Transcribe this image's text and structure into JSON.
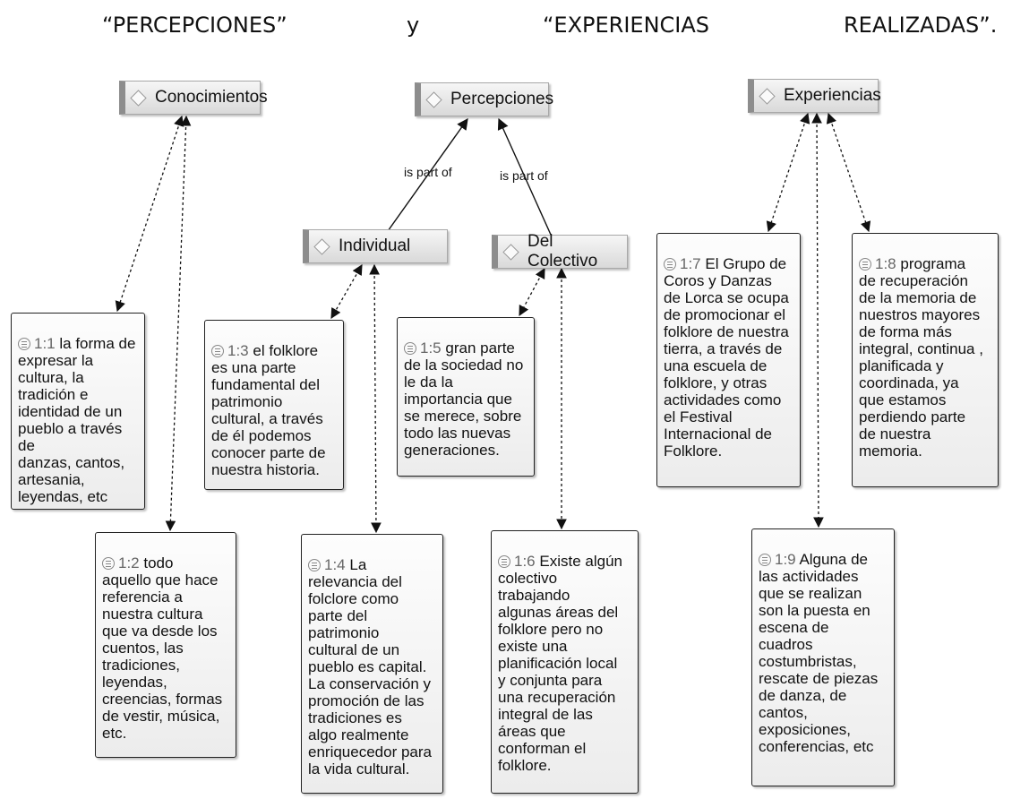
{
  "header": {
    "word1": "“PERCEPCIONES”",
    "word2": "y",
    "word3": "“EXPERIENCIAS",
    "word4": "REALIZADAS”."
  },
  "codes": {
    "conocimientos": "Conocimientos",
    "percepciones": "Percepciones",
    "experiencias": "Experiencias",
    "individual": "Individual",
    "colectivo": "Del Colectivo"
  },
  "relations": {
    "part1": "is part of",
    "part2": "is part of"
  },
  "quotes": {
    "q1": {
      "id": "1:1",
      "text": "la forma de\nexpresar la\ncultura, la\ntradición e\nidentidad de un\npueblo a través de\ndanzas, cantos,\nartesania,\nleyendas, etc"
    },
    "q2": {
      "id": "1:2",
      "text": "todo\naquello que hace\nreferencia a\nnuestra cultura\nque va desde los\ncuentos, las\ntradiciones,\nleyendas,\ncreencias, formas\nde vestir, música,\netc."
    },
    "q3": {
      "id": "1:3",
      "text": "el folklore\nes una parte\nfundamental del\npatrimonio\ncultural, a través\nde él podemos\nconocer parte de\nnuestra historia."
    },
    "q4": {
      "id": "1:4",
      "text": "La\nrelevancia del\nfolclore como\nparte del\npatrimonio\ncultural de un\npueblo es capital.\nLa conservación y\npromoción de las\ntradiciones es\nalgo realmente\nenriquecedor para\nla vida cultural."
    },
    "q5": {
      "id": "1:5",
      "text": "gran parte\nde la sociedad no\nle da la\nimportancia que\nse merece, sobre\ntodo las nuevas\ngeneraciones."
    },
    "q6": {
      "id": "1:6",
      "text": "Existe algún\ncolectivo\ntrabajando\nalgunas áreas  del\nfolklore pero no\nexiste una\nplanificación local\ny conjunta para\nuna recuperación\nintegral de las\náreas que\nconforman el\nfolklore."
    },
    "q7": {
      "id": "1:7",
      "text": "El Grupo de\nCoros y Danzas\nde Lorca se ocupa\nde promocionar el\nfolklore de nuestra\ntierra, a través de\nuna escuela de\nfolklore, y otras\nactividades como\nel Festival\nInternacional de\nFolklore."
    },
    "q8": {
      "id": "1:8",
      "text": "programa\nde recuperación\nde la memoria de\nnuestros mayores\nde forma más\nintegral, continua ,\nplanificada y\ncoordinada, ya\nque estamos\nperdiendo parte\nde nuestra\nmemoria."
    },
    "q9": {
      "id": "1:9",
      "text": "Alguna de\nlas actividades\nque se realizan\nson la puesta en\nescena de\ncuadros\ncostumbristas,\nrescate de piezas\nde danza, de\ncantos,\nexposiciones,\nconferencias, etc"
    }
  }
}
